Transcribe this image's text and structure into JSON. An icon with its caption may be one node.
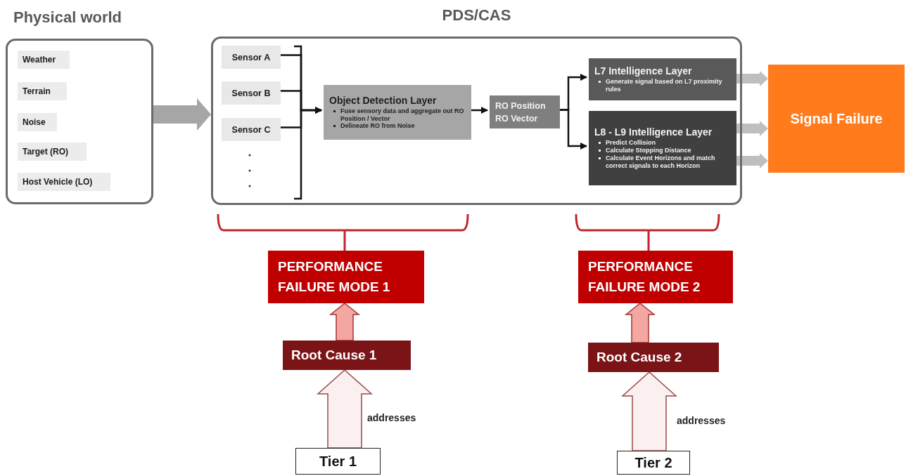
{
  "diagram": {
    "nodes": [
      {
        "text": [
          "Physical world"
        ]
      },
      {
        "text": [
          "Weather"
        ],
        "in": 0
      },
      {
        "text": [
          "Terrain"
        ],
        "in": 0
      },
      {
        "text": [
          "Noise"
        ],
        "in": 0
      },
      {
        "text": [
          "Target (RO)"
        ],
        "in": 0
      },
      {
        "text": [
          "Host Vehicle (LO)"
        ],
        "in": 0
      },
      {
        "text": [
          "PDS/CAS"
        ]
      },
      {
        "text": [
          "Sensor A"
        ],
        "in": 6
      },
      {
        "text": [
          "Sensor B"
        ],
        "in": 6
      },
      {
        "text": [
          "Sensor C"
        ],
        "in": 6
      },
      {
        "text": [
          "Object Detection Layer",
          "Fuse sensory data and aggregate out RO Position / Vector",
          "Delineate RO from Noise"
        ],
        "in": 6
      },
      {
        "text": [
          "RO Position",
          "RO Vector"
        ],
        "in": 6
      },
      {
        "text": [
          "L7 Intelligence Layer",
          "Generate signal based on L7 proximity rules"
        ],
        "in": 6
      },
      {
        "text": [
          "L8 - L9 Intelligence Layer",
          "Predict Collision",
          "Calculate Stopping Distance",
          "Calculate Event Horizons and match correct signals to each Horizon"
        ],
        "in": 6
      },
      {
        "text": [
          "Signal Failure"
        ]
      },
      {
        "text": [
          "PERFORMANCE FAILURE MODE 1"
        ]
      },
      {
        "text": [
          "Root Cause 1"
        ]
      },
      {
        "text": [
          "Tier 1"
        ]
      },
      {
        "text": [
          "PERFORMANCE FAILURE MODE 2"
        ]
      },
      {
        "text": [
          "Root Cause 2"
        ]
      },
      {
        "text": [
          "Tier 2"
        ]
      }
    ],
    "edges": [
      {
        "from": 0,
        "to": 6,
        "arrow": "to",
        "style": "thick",
        "color": "#a6a6a6"
      },
      {
        "from": 7,
        "to": 10,
        "arrow": "to"
      },
      {
        "from": 8,
        "to": 10,
        "arrow": "to"
      },
      {
        "from": 9,
        "to": 10,
        "arrow": "to"
      },
      {
        "from": 10,
        "to": 11,
        "arrow": "to"
      },
      {
        "from": 11,
        "to": 12,
        "arrow": "to"
      },
      {
        "from": 11,
        "to": 13,
        "arrow": "to"
      },
      {
        "from": 12,
        "to": 14,
        "arrow": "to",
        "style": "thick",
        "color": "#bfbfbf"
      },
      {
        "from": 13,
        "to": 14,
        "arrow": "to",
        "style": "thick",
        "color": "#bfbfbf"
      },
      {
        "from": 13,
        "to": 14,
        "arrow": "to",
        "style": "thick",
        "color": "#bfbfbf"
      },
      {
        "from": 16,
        "to": 15,
        "arrow": "to",
        "style": "thick",
        "color": "#f4a6a3"
      },
      {
        "from": 17,
        "to": 16,
        "arrow": "to",
        "style": "thick",
        "color": "#faf0f0",
        "label": "addresses"
      },
      {
        "from": 19,
        "to": 18,
        "arrow": "to",
        "style": "thick",
        "color": "#f4a6a3"
      },
      {
        "from": 20,
        "to": 19,
        "arrow": "to",
        "style": "thick",
        "color": "#faf0f0",
        "label": "addresses"
      }
    ]
  }
}
